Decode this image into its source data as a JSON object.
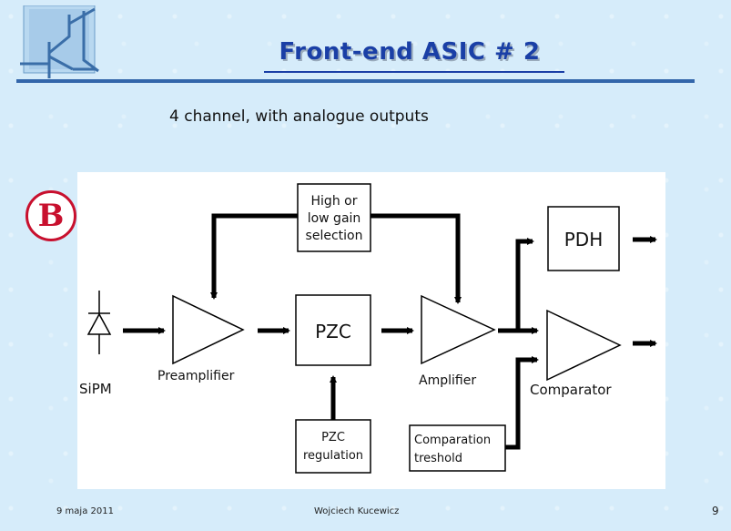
{
  "slide": {
    "title": "Front-end ASIC # 2",
    "subtitle": "4 channel, with analogue outputs",
    "badge": "B"
  },
  "diagram": {
    "labels": {
      "gain_line1": "High or",
      "gain_line2": "low gain",
      "gain_line3": "selection",
      "pzc": "PZC",
      "pdh": "PDH",
      "sipm": "SiPM",
      "preamplifier": "Preamplifier",
      "amplifier": "Amplifier",
      "comparator": "Comparator",
      "pzc_reg_line1": "PZC",
      "pzc_reg_line2": "regulation",
      "comp_thr_line1": "Comparation",
      "comp_thr_line2": "treshold"
    }
  },
  "footer": {
    "date": "9 maja 2011",
    "author": "Wojciech Kucewicz",
    "page": "9"
  }
}
